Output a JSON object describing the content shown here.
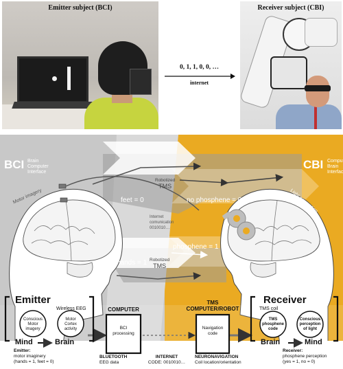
{
  "photos": {
    "emitter_caption": "Emitter subject (BCI)",
    "receiver_caption": "Receiver subject (CBI)"
  },
  "transfer": {
    "sequence": "0, 1, 1, 0, 0, …",
    "medium": "internet"
  },
  "diagram": {
    "bci": {
      "title": "BCI",
      "lines": [
        "Brain",
        "Computer",
        "Interface"
      ]
    },
    "cbi": {
      "title": "CBI",
      "lines": [
        "Computer",
        "Brain",
        "Interface"
      ]
    },
    "motor_imagery": "Motor imagery",
    "light_perception": "Light perception",
    "feet": "feet = 0",
    "hands": "hands = 1",
    "robotized_tms_top": [
      "Robotized",
      "TMS"
    ],
    "robotized_tms_bottom": [
      "Robotized",
      "TMS"
    ],
    "no_phosphene": "no phosphene = 0",
    "phosphene": "phosphene = 1",
    "internet_comm": [
      "Internet",
      "comunication",
      "0010010…"
    ],
    "emitter": {
      "title": "Emitter",
      "wireless_eeg": "Wireless EEG",
      "conscious": [
        "Conscious",
        "Motor",
        "imagery"
      ],
      "motor_cortex": [
        "Motor",
        "Cortex",
        "activity"
      ],
      "mind": "Mind",
      "brain": "Brain",
      "under_title": "Emitter:",
      "under_lines": [
        "motor imaginery",
        "(hands = 1, feet = 0)"
      ]
    },
    "computer": {
      "title": "COMPUTER",
      "box": [
        "BCI",
        "processing"
      ],
      "under_title": "BLUETOOTH",
      "under_lines": [
        "EEG data"
      ]
    },
    "internet": {
      "under_title": "INTERNET",
      "under_lines": [
        "CODE: 0010010…"
      ]
    },
    "tms": {
      "title": [
        "TMS",
        "COMPUTER/ROBOT"
      ],
      "box": [
        "Navigation",
        "code"
      ],
      "under_title": "NEURONAVIGATION",
      "under_lines": [
        "Coil location/orientation"
      ]
    },
    "receiver": {
      "title": "Receiver",
      "tms_coil": "TMS coil",
      "phosphene_code": [
        "TMS",
        "phosphene",
        "code"
      ],
      "conscious_light": [
        "Conscious",
        "perception",
        "of light"
      ],
      "brain": "Brain",
      "mind": "Mind",
      "under_title": "Receiver:",
      "under_lines": [
        "phosphene perception",
        "(yes = 1, no = 0)"
      ]
    },
    "colors": {
      "gray": "#c8c8c8",
      "gold": "#eaaa22",
      "dark_band": "#8a8a8a"
    }
  }
}
